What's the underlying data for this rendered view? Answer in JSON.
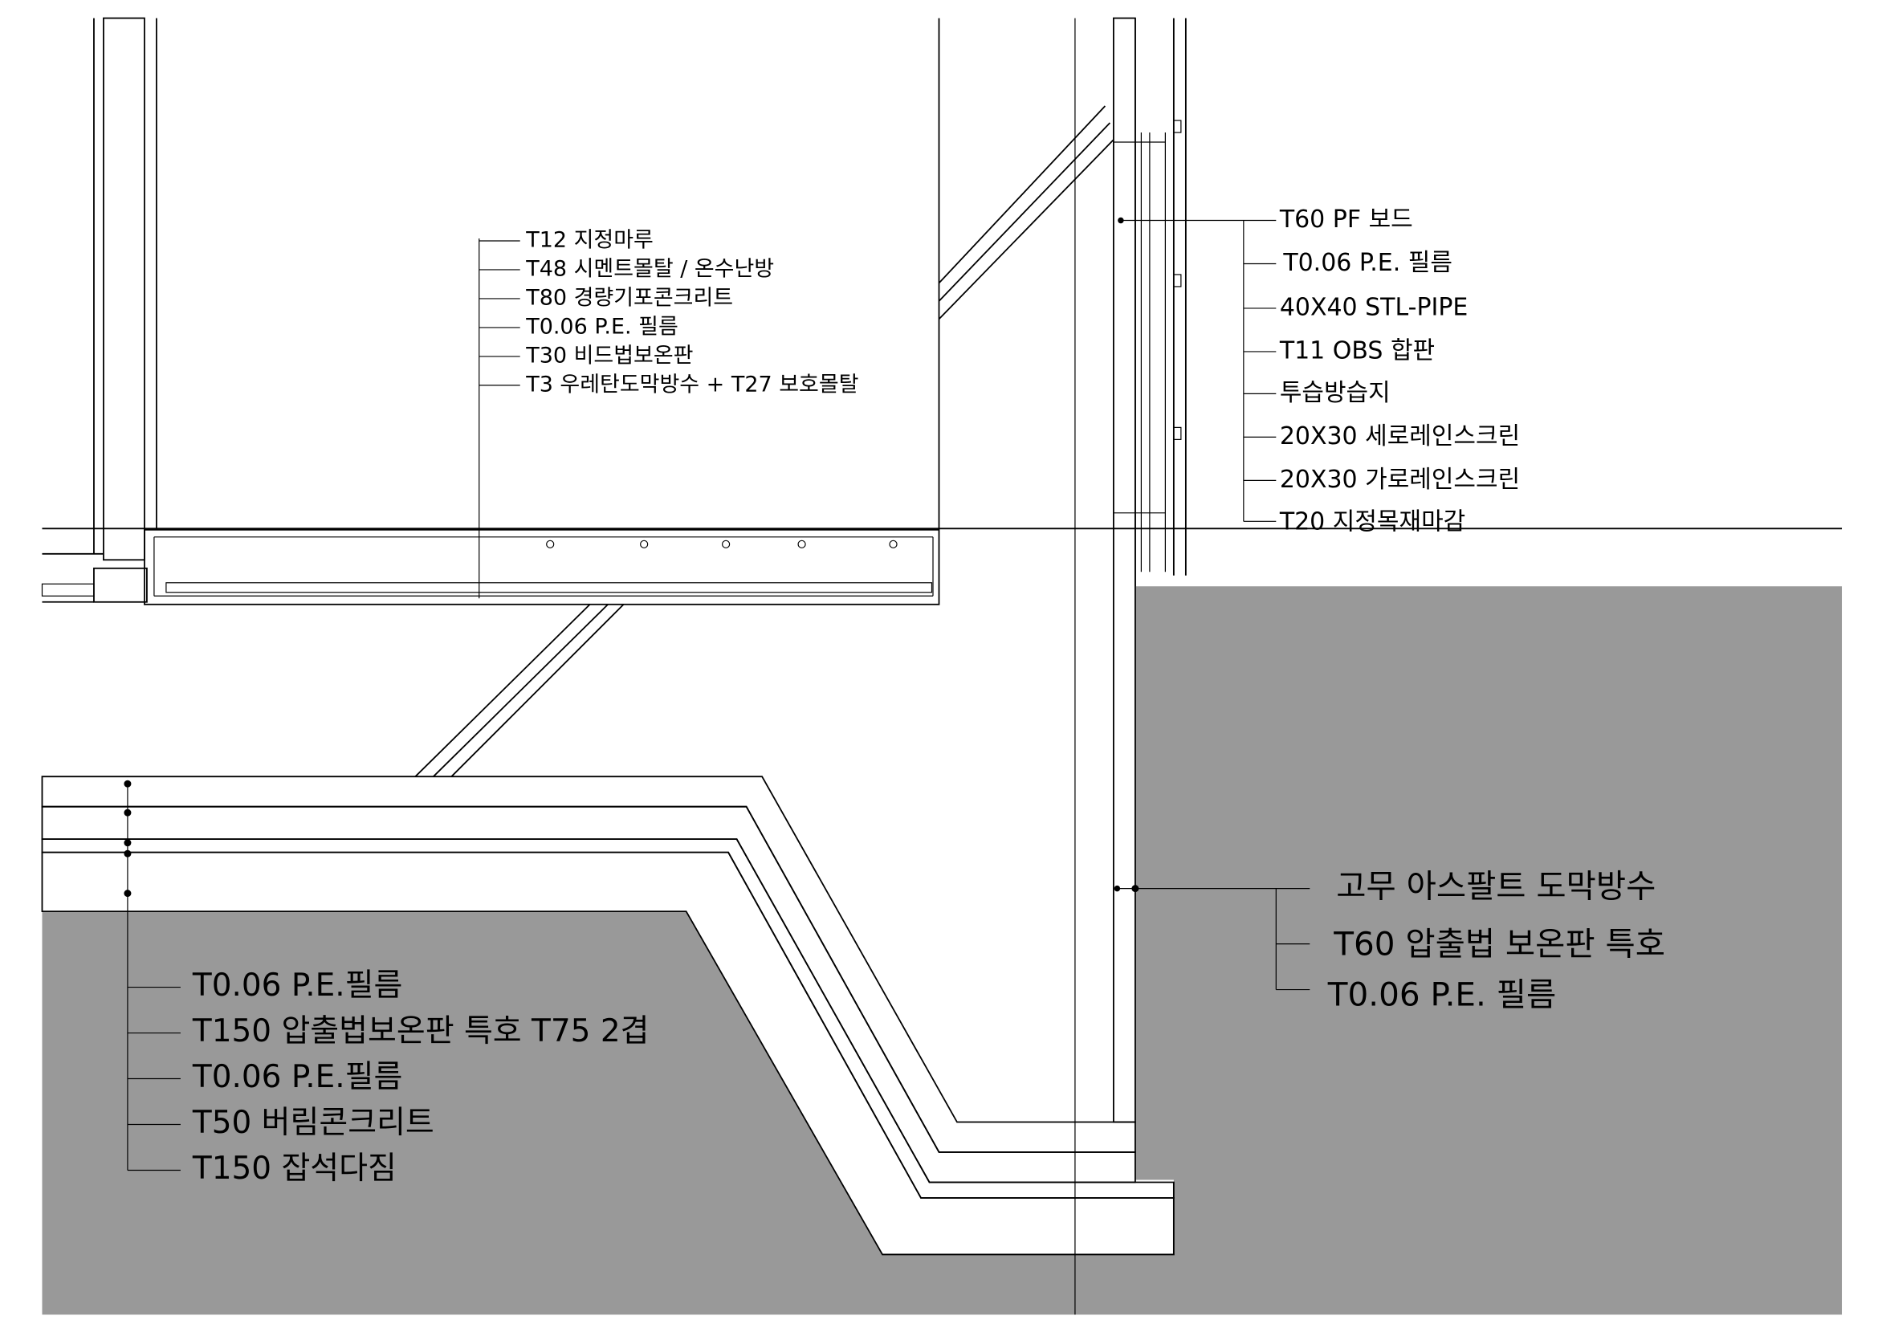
{
  "drawing": {
    "colors": {
      "ground": "#999999",
      "line": "#000000",
      "background": "#ffffff"
    },
    "floor_callouts": [
      "T12 지정마루",
      "T48 시멘트몰탈 / 온수난방",
      "T80 경량기포콘크리트",
      "T0.06 P.E. 필름",
      "T30 비드법보온판",
      "T3 우레탄도막방수 + T27 보호몰탈"
    ],
    "wall_callouts": [
      "T60 PF 보드",
      "T0.06 P.E. 필름",
      "40X40 STL-PIPE",
      "T11 OBS 합판",
      "투습방습지",
      "20X30 세로레인스크린",
      "20X30 가로레인스크린",
      "T20 지정목재마감"
    ],
    "foundation_callouts": [
      "T0.06 P.E.필름",
      "T150 압출법보온판 특호 T75 2겹",
      "T0.06 P.E.필름",
      "T50 버림콘크리트",
      "T150 잡석다짐"
    ],
    "basement_wall_callouts": [
      "고무 아스팔트 도막방수",
      "T60 압출법 보온판 특호",
      "T0.06 P.E. 필름"
    ]
  }
}
